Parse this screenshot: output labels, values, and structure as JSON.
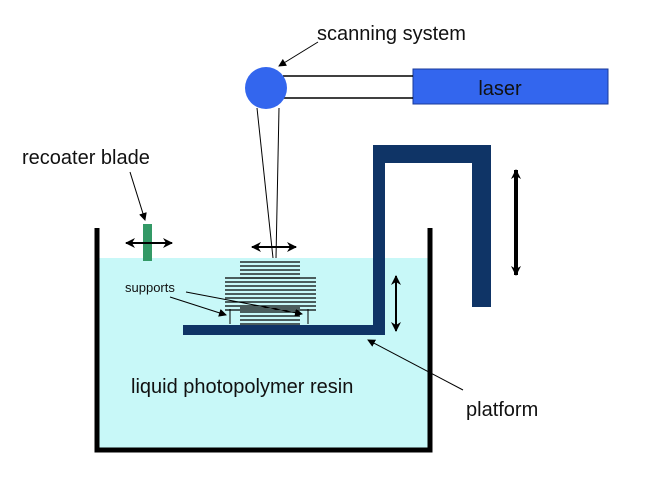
{
  "title": "Stereolithography apparatus schematic",
  "labels": {
    "scanning_system": "scanning system",
    "laser": "laser",
    "recoater_blade": "recoater blade",
    "supports": "supports",
    "resin": "liquid photopolymer resin",
    "platform": "platform"
  },
  "colors": {
    "resin": "#c8f8f8",
    "laser": "#3366ee",
    "scanner": "#3366ee",
    "platform": "#0f3466",
    "blade": "#339966",
    "vat": "#000000"
  },
  "part": {
    "upper_layers": 5,
    "middle_layers": 9,
    "support_layers": 5
  }
}
